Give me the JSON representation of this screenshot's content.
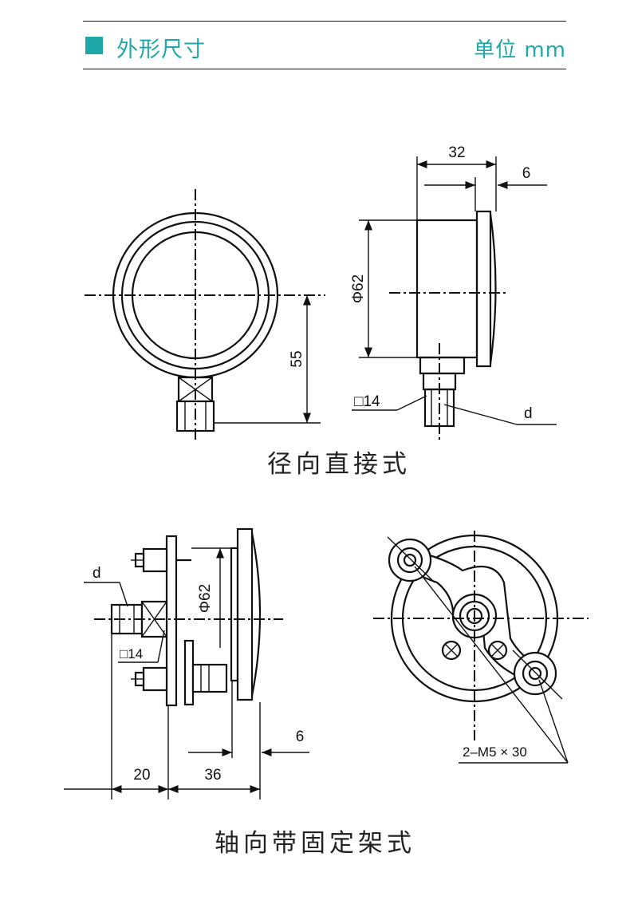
{
  "header": {
    "title": "外形尺寸",
    "unit": "单位 mm",
    "accent_color": "#1fa8a8"
  },
  "radial_view": {
    "caption": "径向直接式",
    "dim_height": "55",
    "dim_diameter": "Φ62",
    "dim_depth": "32",
    "dim_bezel": "6",
    "dim_square": "□14",
    "dim_thread": "d"
  },
  "axial_view": {
    "caption": "轴向带固定架式",
    "dim_thread": "d",
    "dim_square": "□14",
    "dim_diameter": "Φ62",
    "dim_bezel": "6",
    "dim_left": "20",
    "dim_right": "36",
    "dim_screws": "2–M5 × 30"
  }
}
